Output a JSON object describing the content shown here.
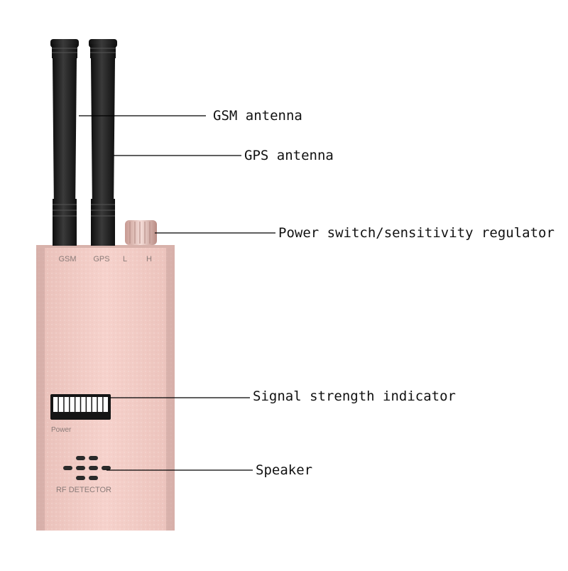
{
  "device": {
    "port_labels": [
      "GSM",
      "GPS",
      "L",
      "H"
    ],
    "indicator_label": "Power",
    "brand_label": "RF DETECTOR",
    "indicator_segments": 10
  },
  "callouts": [
    {
      "key": "gsm",
      "label": "GSM antenna"
    },
    {
      "key": "gps",
      "label": "GPS antenna"
    },
    {
      "key": "power",
      "label": "Power switch/sensitivity regulator"
    },
    {
      "key": "signal",
      "label": "Signal strength indicator"
    },
    {
      "key": "speaker",
      "label": "Speaker"
    }
  ],
  "colors": {
    "body": "#f2c9c3",
    "antenna": "#1b1b1b",
    "leader_line": "#000000"
  }
}
